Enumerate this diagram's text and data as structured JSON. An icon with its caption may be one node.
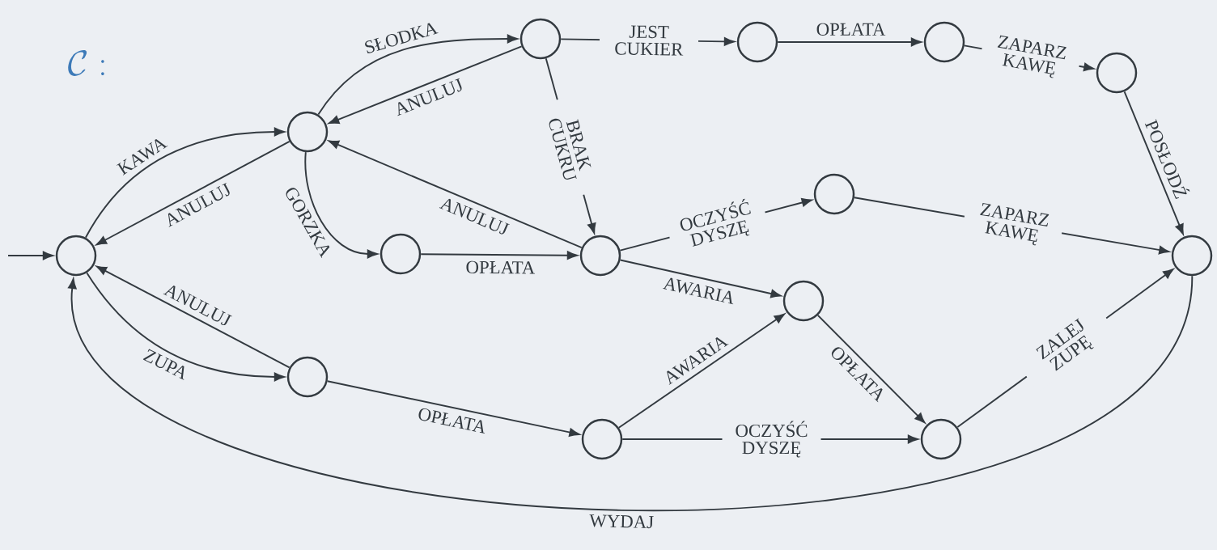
{
  "diagram": {
    "title": "\\mathcal{C}:",
    "nodes": [
      {
        "text": [],
        "shape": "circle"
      },
      {
        "text": [],
        "shape": "circle"
      },
      {
        "text": [],
        "shape": "circle"
      },
      {
        "text": [],
        "shape": "circle"
      },
      {
        "text": [],
        "shape": "circle"
      },
      {
        "text": [],
        "shape": "circle"
      },
      {
        "text": [],
        "shape": "circle"
      },
      {
        "text": [],
        "shape": "circle"
      },
      {
        "text": [],
        "shape": "circle"
      },
      {
        "text": [],
        "shape": "circle"
      },
      {
        "text": [],
        "shape": "circle"
      },
      {
        "text": [],
        "shape": "circle"
      },
      {
        "text": [],
        "shape": "circle"
      },
      {
        "text": [],
        "shape": "circle"
      }
    ],
    "edges": [
      {
        "from": null,
        "to": 0,
        "arrow": "to"
      },
      {
        "from": 0,
        "to": 1,
        "arrow": "to",
        "label": "KAWA"
      },
      {
        "from": 1,
        "to": 0,
        "arrow": "to",
        "label": "ANULUJ"
      },
      {
        "from": 1,
        "to": 2,
        "arrow": "to",
        "label": "SŁODKA"
      },
      {
        "from": 2,
        "to": 1,
        "arrow": "to",
        "label": "ANULUJ"
      },
      {
        "from": 1,
        "to": 6,
        "arrow": "to",
        "label": "GORZKA"
      },
      {
        "from": 2,
        "to": 3,
        "arrow": "to",
        "label": "JEST CUKIER"
      },
      {
        "from": 3,
        "to": 4,
        "arrow": "to",
        "label": "OPŁATA"
      },
      {
        "from": 4,
        "to": 5,
        "arrow": "to",
        "label": "ZAPARZ KAWĘ"
      },
      {
        "from": 5,
        "to": 9,
        "arrow": "to",
        "label": "POSŁODŹ"
      },
      {
        "from": 2,
        "to": 7,
        "arrow": "to",
        "label": "BRAK CUKRU"
      },
      {
        "from": 7,
        "to": 1,
        "arrow": "to",
        "label": "ANULUJ"
      },
      {
        "from": 6,
        "to": 7,
        "arrow": "to",
        "label": "OPŁATA"
      },
      {
        "from": 7,
        "to": 8,
        "arrow": "to",
        "label": "OCZYŚĆ DYSZĘ"
      },
      {
        "from": 8,
        "to": 9,
        "arrow": "to",
        "label": "ZAPARZ KAWĘ"
      },
      {
        "from": 7,
        "to": 10,
        "arrow": "to",
        "label": "AWARIA"
      },
      {
        "from": 0,
        "to": 11,
        "arrow": "to",
        "label": "ZUPA"
      },
      {
        "from": 11,
        "to": 0,
        "arrow": "to",
        "label": "ANULUJ"
      },
      {
        "from": 11,
        "to": 12,
        "arrow": "to",
        "label": "OPŁATA"
      },
      {
        "from": 12,
        "to": 10,
        "arrow": "to",
        "label": "AWARIA"
      },
      {
        "from": 12,
        "to": 13,
        "arrow": "to",
        "label": "OCZYŚĆ DYSZĘ"
      },
      {
        "from": 10,
        "to": 13,
        "arrow": "to",
        "label": "OPŁATA"
      },
      {
        "from": 13,
        "to": 9,
        "arrow": "to",
        "label": "ZALEJ ZUPĘ"
      },
      {
        "from": 9,
        "to": 0,
        "arrow": "to",
        "label": "WYDAJ"
      }
    ]
  }
}
